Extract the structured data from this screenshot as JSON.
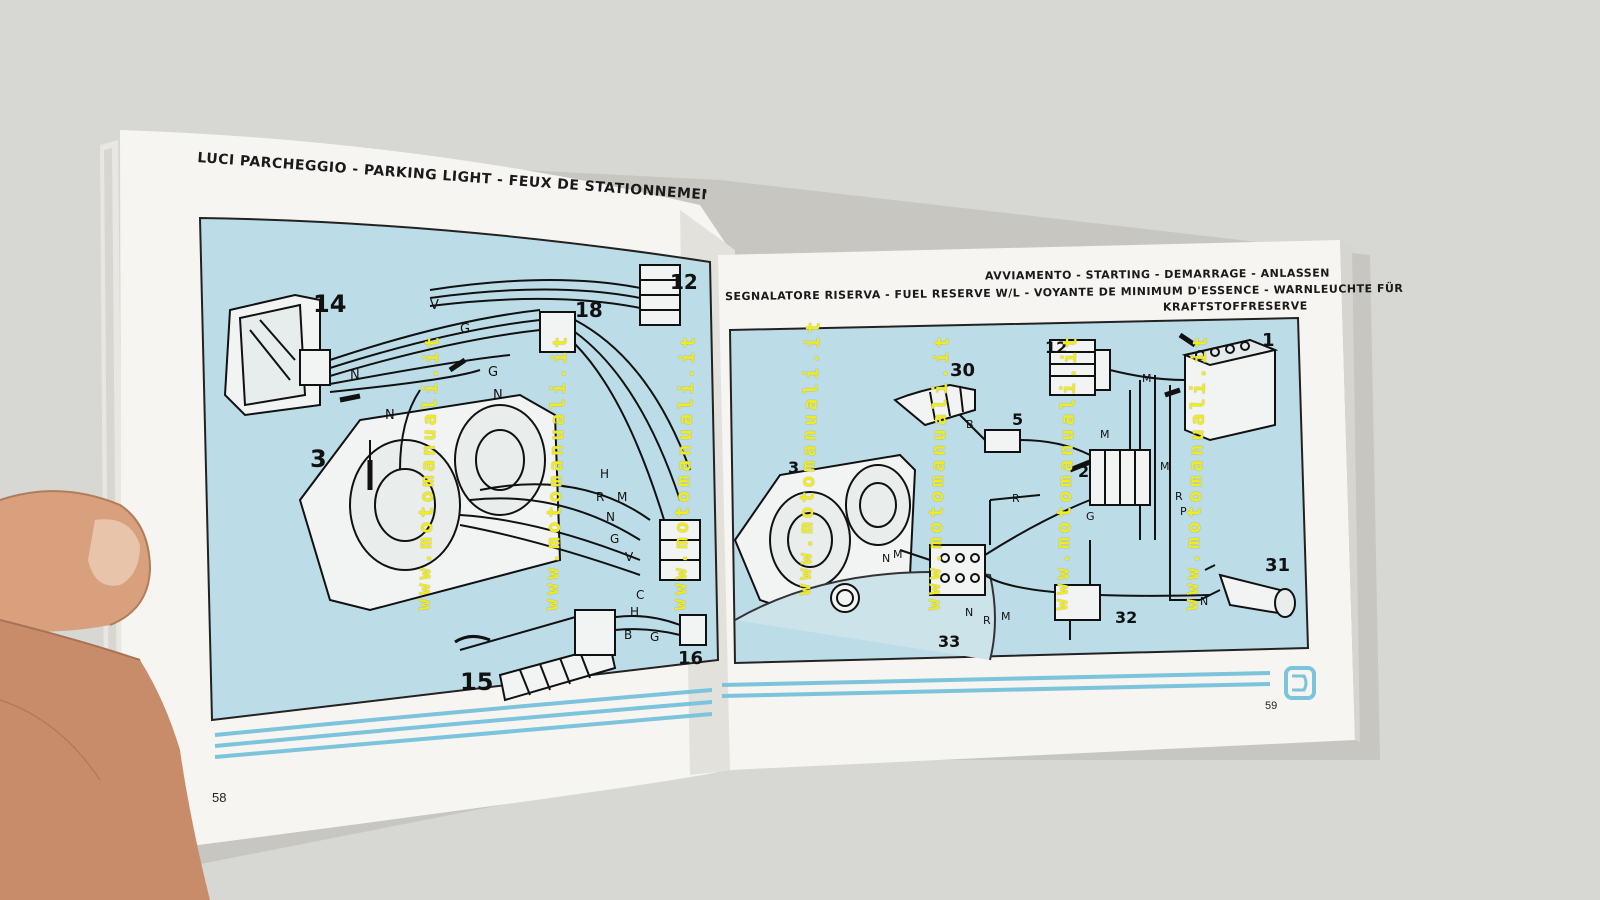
{
  "left_page": {
    "heading": "LUCI PARCHEGGIO - PARKING LIGHT - FEUX DE STATIONNEMENT - PARKLICHT",
    "page_number": "58",
    "component_numbers": [
      "14",
      "18",
      "12",
      "3",
      "15",
      "16"
    ],
    "wire_letters": [
      "V",
      "N",
      "G",
      "N",
      "N",
      "G",
      "H",
      "R",
      "M",
      "N",
      "G",
      "V",
      "C",
      "H",
      "B",
      "G"
    ]
  },
  "right_page": {
    "heading_line1": "AVVIAMENTO - STARTING - DEMARRAGE - ANLASSEN",
    "heading_line2": "SEGNALATORE RISERVA - FUEL RESERVE W/L - VOYANTE DE MINIMUM D'ESSENCE - WARNLEUCHTE FÜR",
    "heading_line3": "KRAFTSTOFFRESERVE",
    "page_number": "59",
    "component_numbers": [
      "1",
      "12",
      "30",
      "5",
      "2",
      "3",
      "31",
      "32",
      "33"
    ],
    "wire_letters": [
      "M",
      "M",
      "B",
      "G",
      "R",
      "M",
      "R",
      "P",
      "N",
      "M",
      "N",
      "R",
      "M",
      "N"
    ]
  },
  "watermark": "www.motomanuali.it",
  "colors": {
    "diagram_fill": "#bcdde8",
    "stripe": "#7cc3dc",
    "paper": "#f6f5f1",
    "background": "#dcdcd8",
    "watermark": "#f1ec1c",
    "skin": "#d9a07e"
  }
}
